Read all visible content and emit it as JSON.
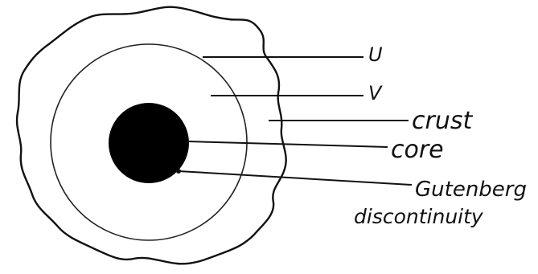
{
  "diagram": {
    "labels": {
      "u": "U",
      "v": "V",
      "crust": "crust",
      "core": "core",
      "gutenberg_line1": "Gutenberg",
      "gutenberg_line2": "discontinuity"
    }
  }
}
